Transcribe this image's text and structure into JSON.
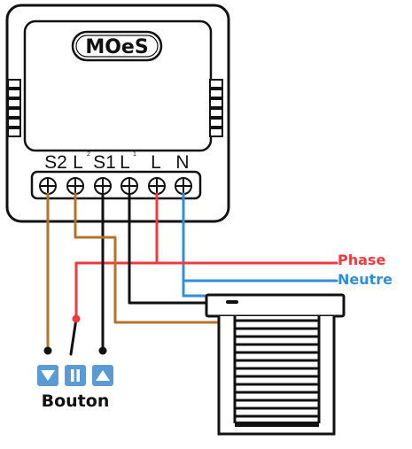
{
  "module": {
    "brand": "MOeS",
    "terminals": [
      {
        "label": "S2",
        "sup": ""
      },
      {
        "label": "L",
        "sup": "2"
      },
      {
        "label": "S1",
        "sup": ""
      },
      {
        "label": "L",
        "sup": "1"
      },
      {
        "label": "L",
        "sup": ""
      },
      {
        "label": "N",
        "sup": ""
      }
    ]
  },
  "wires": {
    "phase": {
      "label": "Phase",
      "color": "#ee3b3f"
    },
    "neutre": {
      "label": "Neutre",
      "color": "#2f8fd8"
    },
    "brown_color": "#b5732a",
    "black_color": "#111111"
  },
  "button": {
    "label": "Bouton",
    "keys": [
      "down-arrow",
      "pause",
      "up-arrow"
    ],
    "key_color": "#5b9bd5"
  },
  "shutter": {
    "icon": "roller-shutter-icon"
  }
}
